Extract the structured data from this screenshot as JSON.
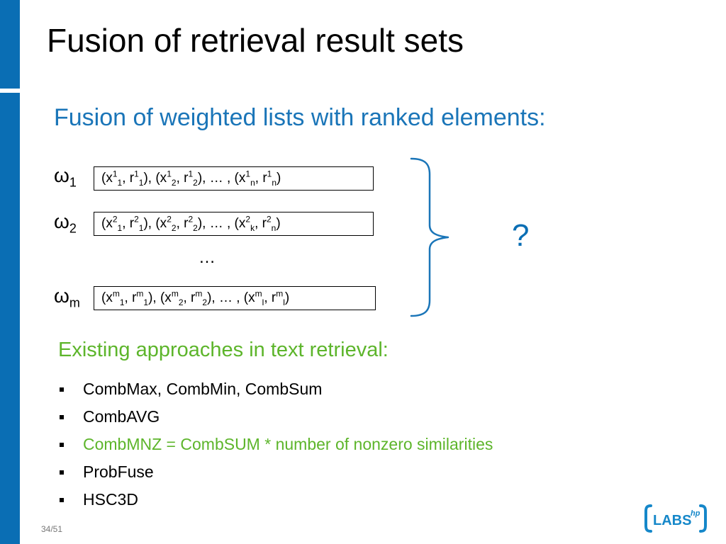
{
  "slide": {
    "title": "Fusion of retrieval result sets",
    "subtitle": "Fusion of weighted lists with ranked elements:",
    "lists": [
      {
        "weight_symbol": "ω",
        "weight_sub": "1",
        "parts": [
          {
            "t": "(x"
          },
          {
            "sup": "1"
          },
          {
            "sub": "1"
          },
          {
            "t": ", r"
          },
          {
            "sup": "1"
          },
          {
            "sub": "1"
          },
          {
            "t": "), (x"
          },
          {
            "sup": "1"
          },
          {
            "sub": "2"
          },
          {
            "t": ", r"
          },
          {
            "sup": "1"
          },
          {
            "sub": "2"
          },
          {
            "t": "), … , (x"
          },
          {
            "sup": "1"
          },
          {
            "sub": "n"
          },
          {
            "t": ", r"
          },
          {
            "sup": "1"
          },
          {
            "sub": "n"
          },
          {
            "t": ")"
          }
        ]
      },
      {
        "weight_symbol": "ω",
        "weight_sub": "2",
        "parts": [
          {
            "t": "(x"
          },
          {
            "sup": "2"
          },
          {
            "sub": "1"
          },
          {
            "t": ", r"
          },
          {
            "sup": "2"
          },
          {
            "sub": "1"
          },
          {
            "t": "), (x"
          },
          {
            "sup": "2"
          },
          {
            "sub": "2"
          },
          {
            "t": ", r"
          },
          {
            "sup": "2"
          },
          {
            "sub": "2"
          },
          {
            "t": "), … , (x"
          },
          {
            "sup": "2"
          },
          {
            "sub": "k"
          },
          {
            "t": ", r"
          },
          {
            "sup": "2"
          },
          {
            "sub": "n"
          },
          {
            "t": ")"
          }
        ]
      },
      {
        "weight_symbol": "ω",
        "weight_sub": "m",
        "parts": [
          {
            "t": "(x"
          },
          {
            "sup": "m"
          },
          {
            "sub": "1"
          },
          {
            "t": ", r"
          },
          {
            "sup": "m"
          },
          {
            "sub": "1"
          },
          {
            "t": "), (x"
          },
          {
            "sup": "m"
          },
          {
            "sub": "2"
          },
          {
            "t": ", r"
          },
          {
            "sup": "m"
          },
          {
            "sub": "2"
          },
          {
            "t": "), … , (x"
          },
          {
            "sup": "m"
          },
          {
            "sub": "l"
          },
          {
            "t": ", r"
          },
          {
            "sup": "m"
          },
          {
            "sub": "l"
          },
          {
            "t": ")"
          }
        ]
      }
    ],
    "ellipsis": "…",
    "question_mark": "?",
    "approaches_heading": "Existing approaches in text retrieval:",
    "approaches": [
      {
        "text": "CombMax, CombMin, CombSum",
        "highlight": false
      },
      {
        "text": "CombAVG",
        "highlight": false
      },
      {
        "text": "CombMNZ = CombSUM * number of nonzero similarities",
        "highlight": true
      },
      {
        "text": "ProbFuse",
        "highlight": false
      },
      {
        "text": "HSC3D",
        "highlight": false
      }
    ],
    "page_number": "34/51",
    "logo": {
      "text": "LABS",
      "superscript": "hp"
    }
  },
  "colors": {
    "brand_blue": "#0a6eb4",
    "subtitle_blue": "#1a75b8",
    "accent_green": "#5db52b",
    "text": "#000000",
    "logo_blue": "#1587c9"
  },
  "icons": {
    "brace": "right-curly-brace",
    "bullet": "square-bullet"
  }
}
